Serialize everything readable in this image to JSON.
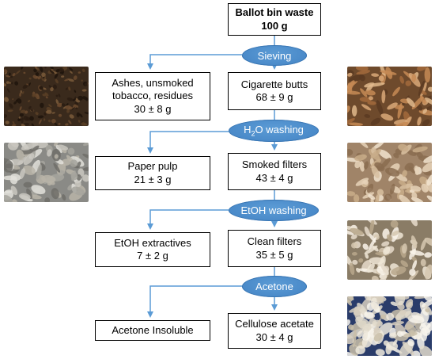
{
  "colors": {
    "arrow": "#5b9bd5",
    "step_fill": "#5b9bd5",
    "box_border": "#000000"
  },
  "start": {
    "title": "Ballot bin waste",
    "amount": "100 g"
  },
  "steps": [
    "Sieving",
    "H2O washing",
    "EtOH washing",
    "Acetone"
  ],
  "main_chain": [
    {
      "line1": "Cigarette butts",
      "line2": "68 ± 9 g"
    },
    {
      "line1": "Smoked filters",
      "line2": "43 ± 4 g"
    },
    {
      "line1": "Clean filters",
      "line2": "35 ± 5 g"
    },
    {
      "line1": "Cellulose acetate",
      "line2": "30 ± 4 g"
    }
  ],
  "side_outputs": [
    {
      "lines": [
        "Ashes, unsmoked",
        "tobacco, residues",
        "30 ± 8 g"
      ]
    },
    {
      "lines": [
        "Paper pulp",
        "21 ± 3 g"
      ]
    },
    {
      "lines": [
        "EtOH extractives",
        "7 ± 2 g"
      ]
    },
    {
      "lines": [
        "Acetone Insoluble"
      ]
    }
  ],
  "photos": [
    {
      "name": "ashes-photo",
      "subject": "dark ash and tobacco residue"
    },
    {
      "name": "paper-pulp-photo",
      "subject": "grey paper pulp in metal dish"
    },
    {
      "name": "cigarette-butts-photo",
      "subject": "brown cigarette butts"
    },
    {
      "name": "smoked-filters-photo",
      "subject": "tan smoked filters"
    },
    {
      "name": "clean-filters-photo",
      "subject": "white clean filters"
    },
    {
      "name": "cellulose-acetate-photo",
      "subject": "white cellulose acetate flakes"
    }
  ]
}
